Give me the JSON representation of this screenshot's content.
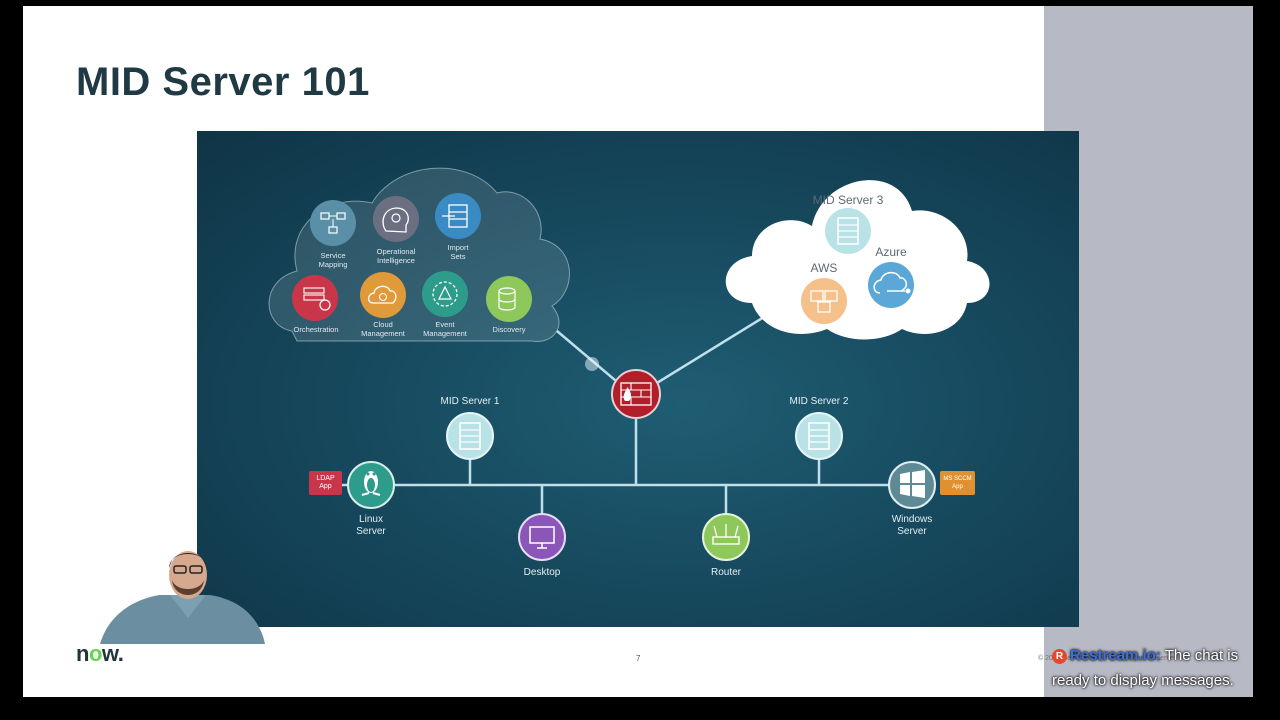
{
  "slide": {
    "title": "MID Server 101",
    "page_number": "7",
    "copyright": "© 2018 ServiceNow, Inc. All Rights Reserved.",
    "logo": {
      "part1": "n",
      "part2": "o",
      "part3": "w",
      "part4": "."
    }
  },
  "diagram": {
    "apps": [
      {
        "label": "Service\nMapping",
        "icon": "flowchart-icon",
        "color": "#5b8fa8"
      },
      {
        "label": "Operational\nIntelligence",
        "icon": "brain-gears-icon",
        "color": "#6b6f82"
      },
      {
        "label": "Import\nSets",
        "icon": "import-icon",
        "color": "#3a8ac4"
      },
      {
        "label": "Orchestration",
        "icon": "server-gear-icon",
        "color": "#c9364a"
      },
      {
        "label": "Cloud\nManagement",
        "icon": "cloud-gear-icon",
        "color": "#e09a3a"
      },
      {
        "label": "Event\nManagement",
        "icon": "alert-gear-icon",
        "color": "#2e9c8a"
      },
      {
        "label": "Discovery",
        "icon": "database-search-icon",
        "color": "#8ec85a"
      }
    ],
    "cloud": {
      "mid3": "MID Server 3",
      "aws": "AWS",
      "azure": "Azure"
    },
    "nodes": {
      "mid1": "MID Server 1",
      "mid2": "MID Server 2",
      "linux": "Linux\nServer",
      "windows": "Windows\nServer",
      "desktop": "Desktop",
      "router": "Router",
      "ldap": "LDAP\nApp",
      "sccm": "MS SCCM\nApp"
    },
    "colors": {
      "firewall": "#b01f2a",
      "line": "#c8e8f2",
      "ldap": "#c9364a",
      "sccm": "#e0902e",
      "desktop": "#8a56b8",
      "router": "#8ec85a"
    }
  },
  "chat": {
    "brand": "Restream.io:",
    "message": " The chat is ready to display messages."
  }
}
